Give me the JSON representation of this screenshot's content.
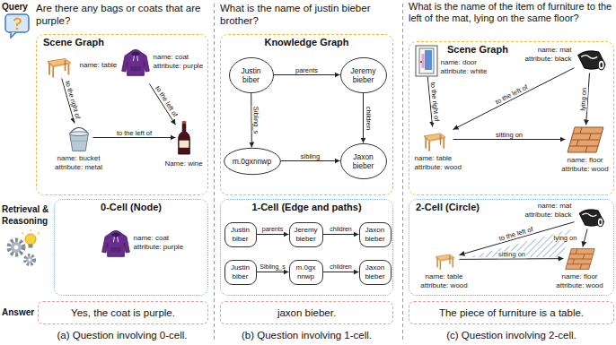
{
  "diagram": {
    "nodes": [
      {
        "text": [
          "Scene Graph"
        ]
      },
      {
        "text": [
          "name: table"
        ],
        "in": 0
      },
      {
        "text": [
          "name: coat",
          "attribute: purple"
        ],
        "in": 0
      },
      {
        "text": [
          "name: bucket",
          "attribute: metal"
        ],
        "in": 0
      },
      {
        "text": [
          "Name: wine"
        ],
        "in": 0
      },
      {
        "text": [
          "0-Cell (Node)"
        ]
      },
      {
        "text": [
          "name: coat",
          "attribute: purple"
        ],
        "in": 5
      },
      {
        "text": [
          "Yes, the coat is purple."
        ]
      },
      {
        "text": [
          "Knowledge Graph"
        ]
      },
      {
        "text": [
          "Justin biber"
        ],
        "in": 8
      },
      {
        "text": [
          "Jeremy bieber"
        ],
        "in": 8
      },
      {
        "text": [
          "m.0gxnnwp"
        ],
        "in": 8
      },
      {
        "text": [
          "Jaxon bieber"
        ],
        "in": 8
      },
      {
        "text": [
          "1-Cell (Edge and paths)"
        ]
      },
      {
        "text": [
          "Justin biber"
        ],
        "in": 13
      },
      {
        "text": [
          "Jeremy bieber"
        ],
        "in": 13
      },
      {
        "text": [
          "Jaxon bieber"
        ],
        "in": 13
      },
      {
        "text": [
          "Justin biber"
        ],
        "in": 13
      },
      {
        "text": [
          "m.0gx nnwp"
        ],
        "in": 13
      },
      {
        "text": [
          "Jaxon bieber"
        ],
        "in": 13
      },
      {
        "text": [
          "jaxon bieber."
        ]
      },
      {
        "text": [
          "Scene Graph"
        ]
      },
      {
        "text": [
          "name: door",
          "attribute: white"
        ],
        "in": 21
      },
      {
        "text": [
          "name: mat",
          "attribute: black"
        ],
        "in": 21
      },
      {
        "text": [
          "name: table",
          "attribute: wood"
        ],
        "in": 21
      },
      {
        "text": [
          "name: floor",
          "attribute: wood"
        ],
        "in": 21
      },
      {
        "text": [
          "2-Cell (Circle)"
        ]
      },
      {
        "text": [
          "name: mat",
          "attribute: black"
        ],
        "in": 26
      },
      {
        "text": [
          "name: table",
          "attribute: wood"
        ],
        "in": 26
      },
      {
        "text": [
          "name: floor",
          "attribute: wood"
        ],
        "in": 26
      },
      {
        "text": [
          "The piece of furniture is a table."
        ]
      }
    ],
    "edges": [
      {
        "from": 1,
        "to": 3,
        "arrow": "to",
        "label": "to the right of"
      },
      {
        "from": 2,
        "to": 4,
        "arrow": "to",
        "label": "to the left of"
      },
      {
        "from": 3,
        "to": 4,
        "arrow": "to",
        "label": "to the left of"
      },
      {
        "from": 9,
        "to": 10,
        "arrow": "to",
        "label": "parents"
      },
      {
        "from": 9,
        "to": 11,
        "arrow": "to",
        "label": "Sibling_s"
      },
      {
        "from": 10,
        "to": 12,
        "arrow": "to",
        "label": "children"
      },
      {
        "from": 11,
        "to": 12,
        "arrow": "to",
        "label": "sibling"
      },
      {
        "from": 14,
        "to": 15,
        "arrow": "to",
        "label": "parents"
      },
      {
        "from": 15,
        "to": 16,
        "arrow": "to",
        "label": "children"
      },
      {
        "from": 17,
        "to": 18,
        "arrow": "to",
        "label": "Sibling_s"
      },
      {
        "from": 18,
        "to": 19,
        "arrow": "to",
        "label": "children"
      },
      {
        "from": 22,
        "to": 24,
        "arrow": "to",
        "label": "to the right of"
      },
      {
        "from": 23,
        "to": 24,
        "arrow": "to",
        "label": "to the left of"
      },
      {
        "from": 23,
        "to": 25,
        "arrow": "to",
        "label": "lying on"
      },
      {
        "from": 24,
        "to": 25,
        "arrow": "to",
        "label": "sitting on"
      },
      {
        "from": 27,
        "to": 28,
        "arrow": "to",
        "label": "to the left of"
      },
      {
        "from": 27,
        "to": 29,
        "arrow": "to",
        "label": "lying on"
      },
      {
        "from": 28,
        "to": 29,
        "arrow": "to",
        "label": "sitting on"
      }
    ],
    "labels": [
      "Query",
      "Retrieval & Reasoning",
      "Answer",
      "Are there any bags or coats that are purple?",
      "What is the name of justin bieber brother?",
      "What is the name of the item of furniture to the left of the mat, lying on the same floor?",
      "(a) Question involving 0-cell.",
      "(b) Question involving 1-cell.",
      "(c) Question involving 2-cell."
    ]
  }
}
